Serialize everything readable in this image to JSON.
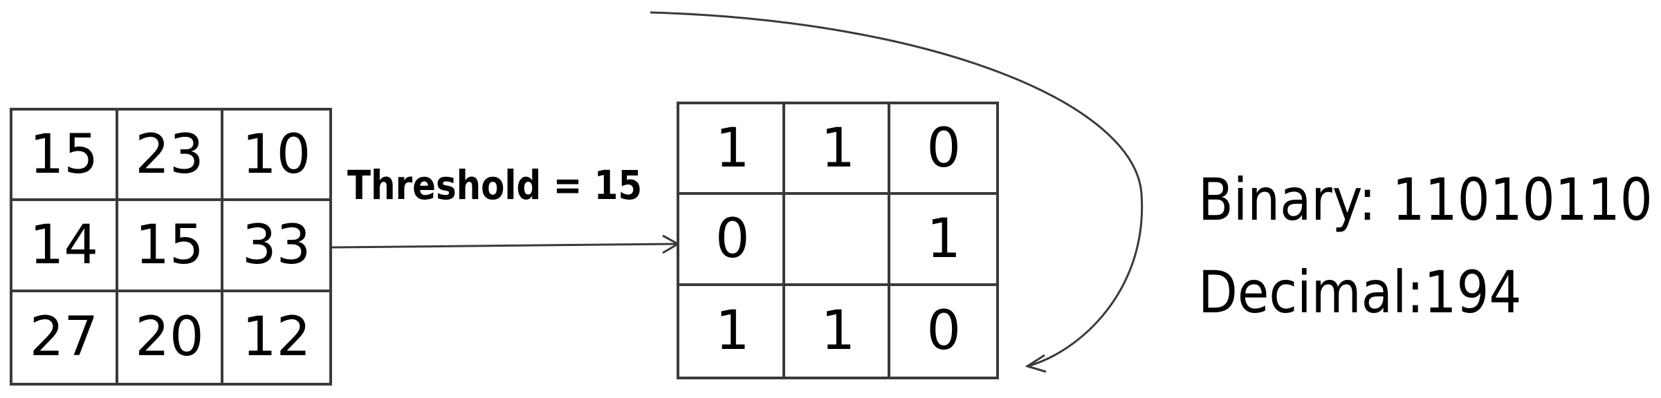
{
  "input_grid": {
    "rows": [
      [
        "15",
        "23",
        "10"
      ],
      [
        "14",
        "15",
        "33"
      ],
      [
        "27",
        "20",
        "12"
      ]
    ]
  },
  "threshold_label": "Threshold = 15",
  "output_grid": {
    "rows": [
      [
        "1",
        "1",
        "0"
      ],
      [
        "0",
        "",
        "1"
      ],
      [
        "1",
        "1",
        "0"
      ]
    ]
  },
  "result": {
    "binary": "Binary: 11010110",
    "decimal": "Decimal:194"
  },
  "colors": {
    "grid_line": "#3a3a3a",
    "text": "#000000",
    "arrow": "#3a3a3a"
  }
}
